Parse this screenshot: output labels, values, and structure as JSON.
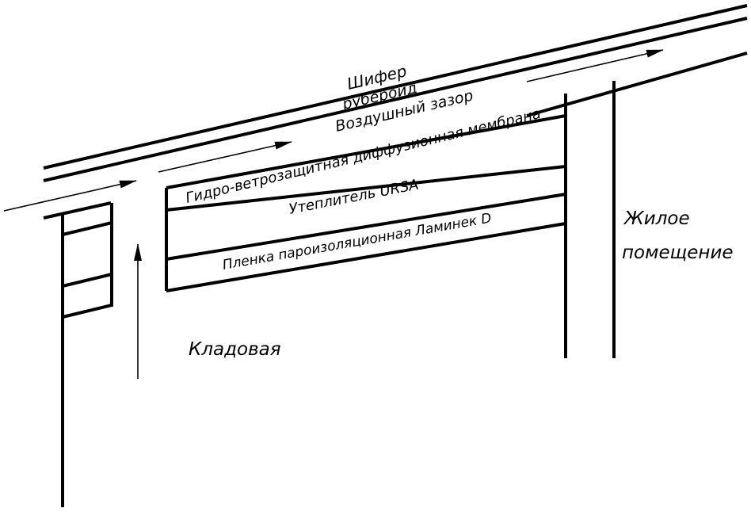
{
  "layers": {
    "slate": "Шифер",
    "roofing_felt": "рубероид",
    "air_gap": "Воздушный зазор",
    "membrane": "Гидро-ветрозащитная диффузионная мембрана",
    "insulation": "Утеплитель URSA",
    "vapor_film": "Пленка пароизоляционная Ламинек D"
  },
  "rooms": {
    "storage": "Кладовая",
    "living_line1": "Жилое",
    "living_line2": "помещение"
  },
  "colors": {
    "line": "#000000",
    "background": "#ffffff"
  }
}
